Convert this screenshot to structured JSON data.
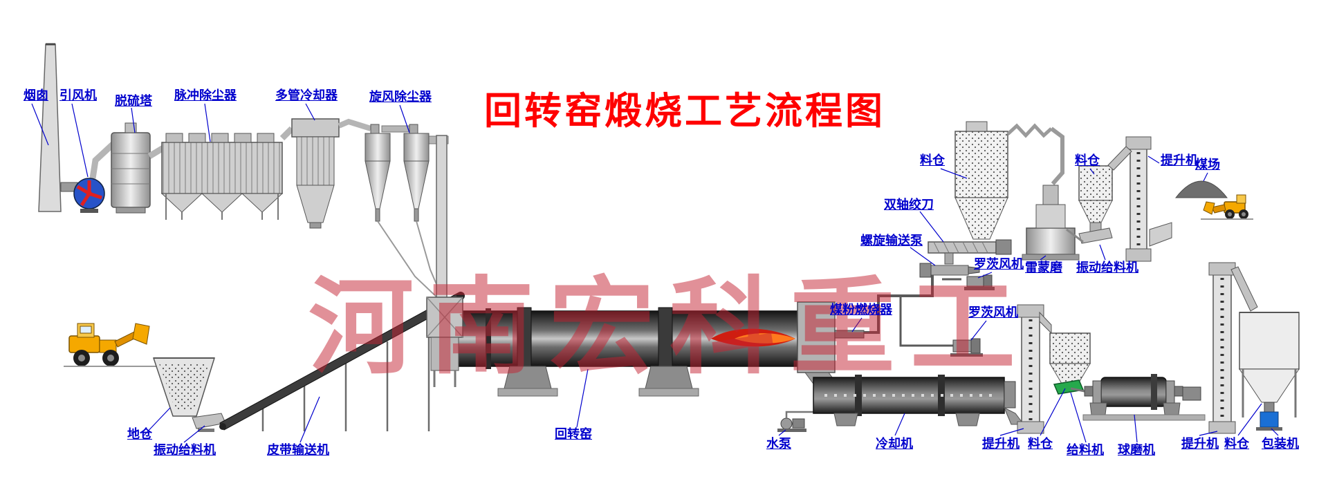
{
  "diagram": {
    "title": "回转窑煅烧工艺流程图",
    "watermark": "河南宏科重工"
  },
  "colors": {
    "label_blue": "#0000cd",
    "title_red": "#ff0000",
    "watermark_red": "#c52333",
    "loader_yellow": "#f5a800",
    "fan_blue": "#2753c8",
    "flame_red": "#cf1d10",
    "feeder_green": "#26a94c",
    "packing_blue": "#1a6fd4"
  },
  "labels": {
    "chimney": "烟囱",
    "induced_draft_fan": "引风机",
    "desulfurization_tower": "脱硫塔",
    "pulse_dust_collector": "脉冲除尘器",
    "multi_tube_cooler": "多管冷却器",
    "cyclone_dust_collector": "旋风除尘器",
    "coal_powder_silo": "料仓",
    "double_shaft_auger": "双轴绞刀",
    "screw_conveyor_pump": "螺旋输送泵",
    "roots_blower_1": "罗茨风机",
    "raymond_mill": "雷蒙磨",
    "raw_coal_silo": "料仓",
    "vibrating_feeder_mill": "振动给料机",
    "coal_elevator": "提升机",
    "coal_yard": "煤场",
    "coal_burner": "煤粉燃烧器",
    "roots_blower_2": "罗茨风机",
    "ground_silo": "地仓",
    "vibrating_feeder_ground": "振动给料机",
    "belt_conveyor": "皮带输送机",
    "rotary_kiln": "回转窑",
    "water_pump": "水泵",
    "cooling_machine": "冷却机",
    "cooler_elevator": "提升机",
    "mill_feed_silo": "料仓",
    "feeder": "给料机",
    "ball_mill": "球磨机",
    "product_elevator": "提升机",
    "product_silo": "料仓",
    "packing_machine": "包装机"
  }
}
